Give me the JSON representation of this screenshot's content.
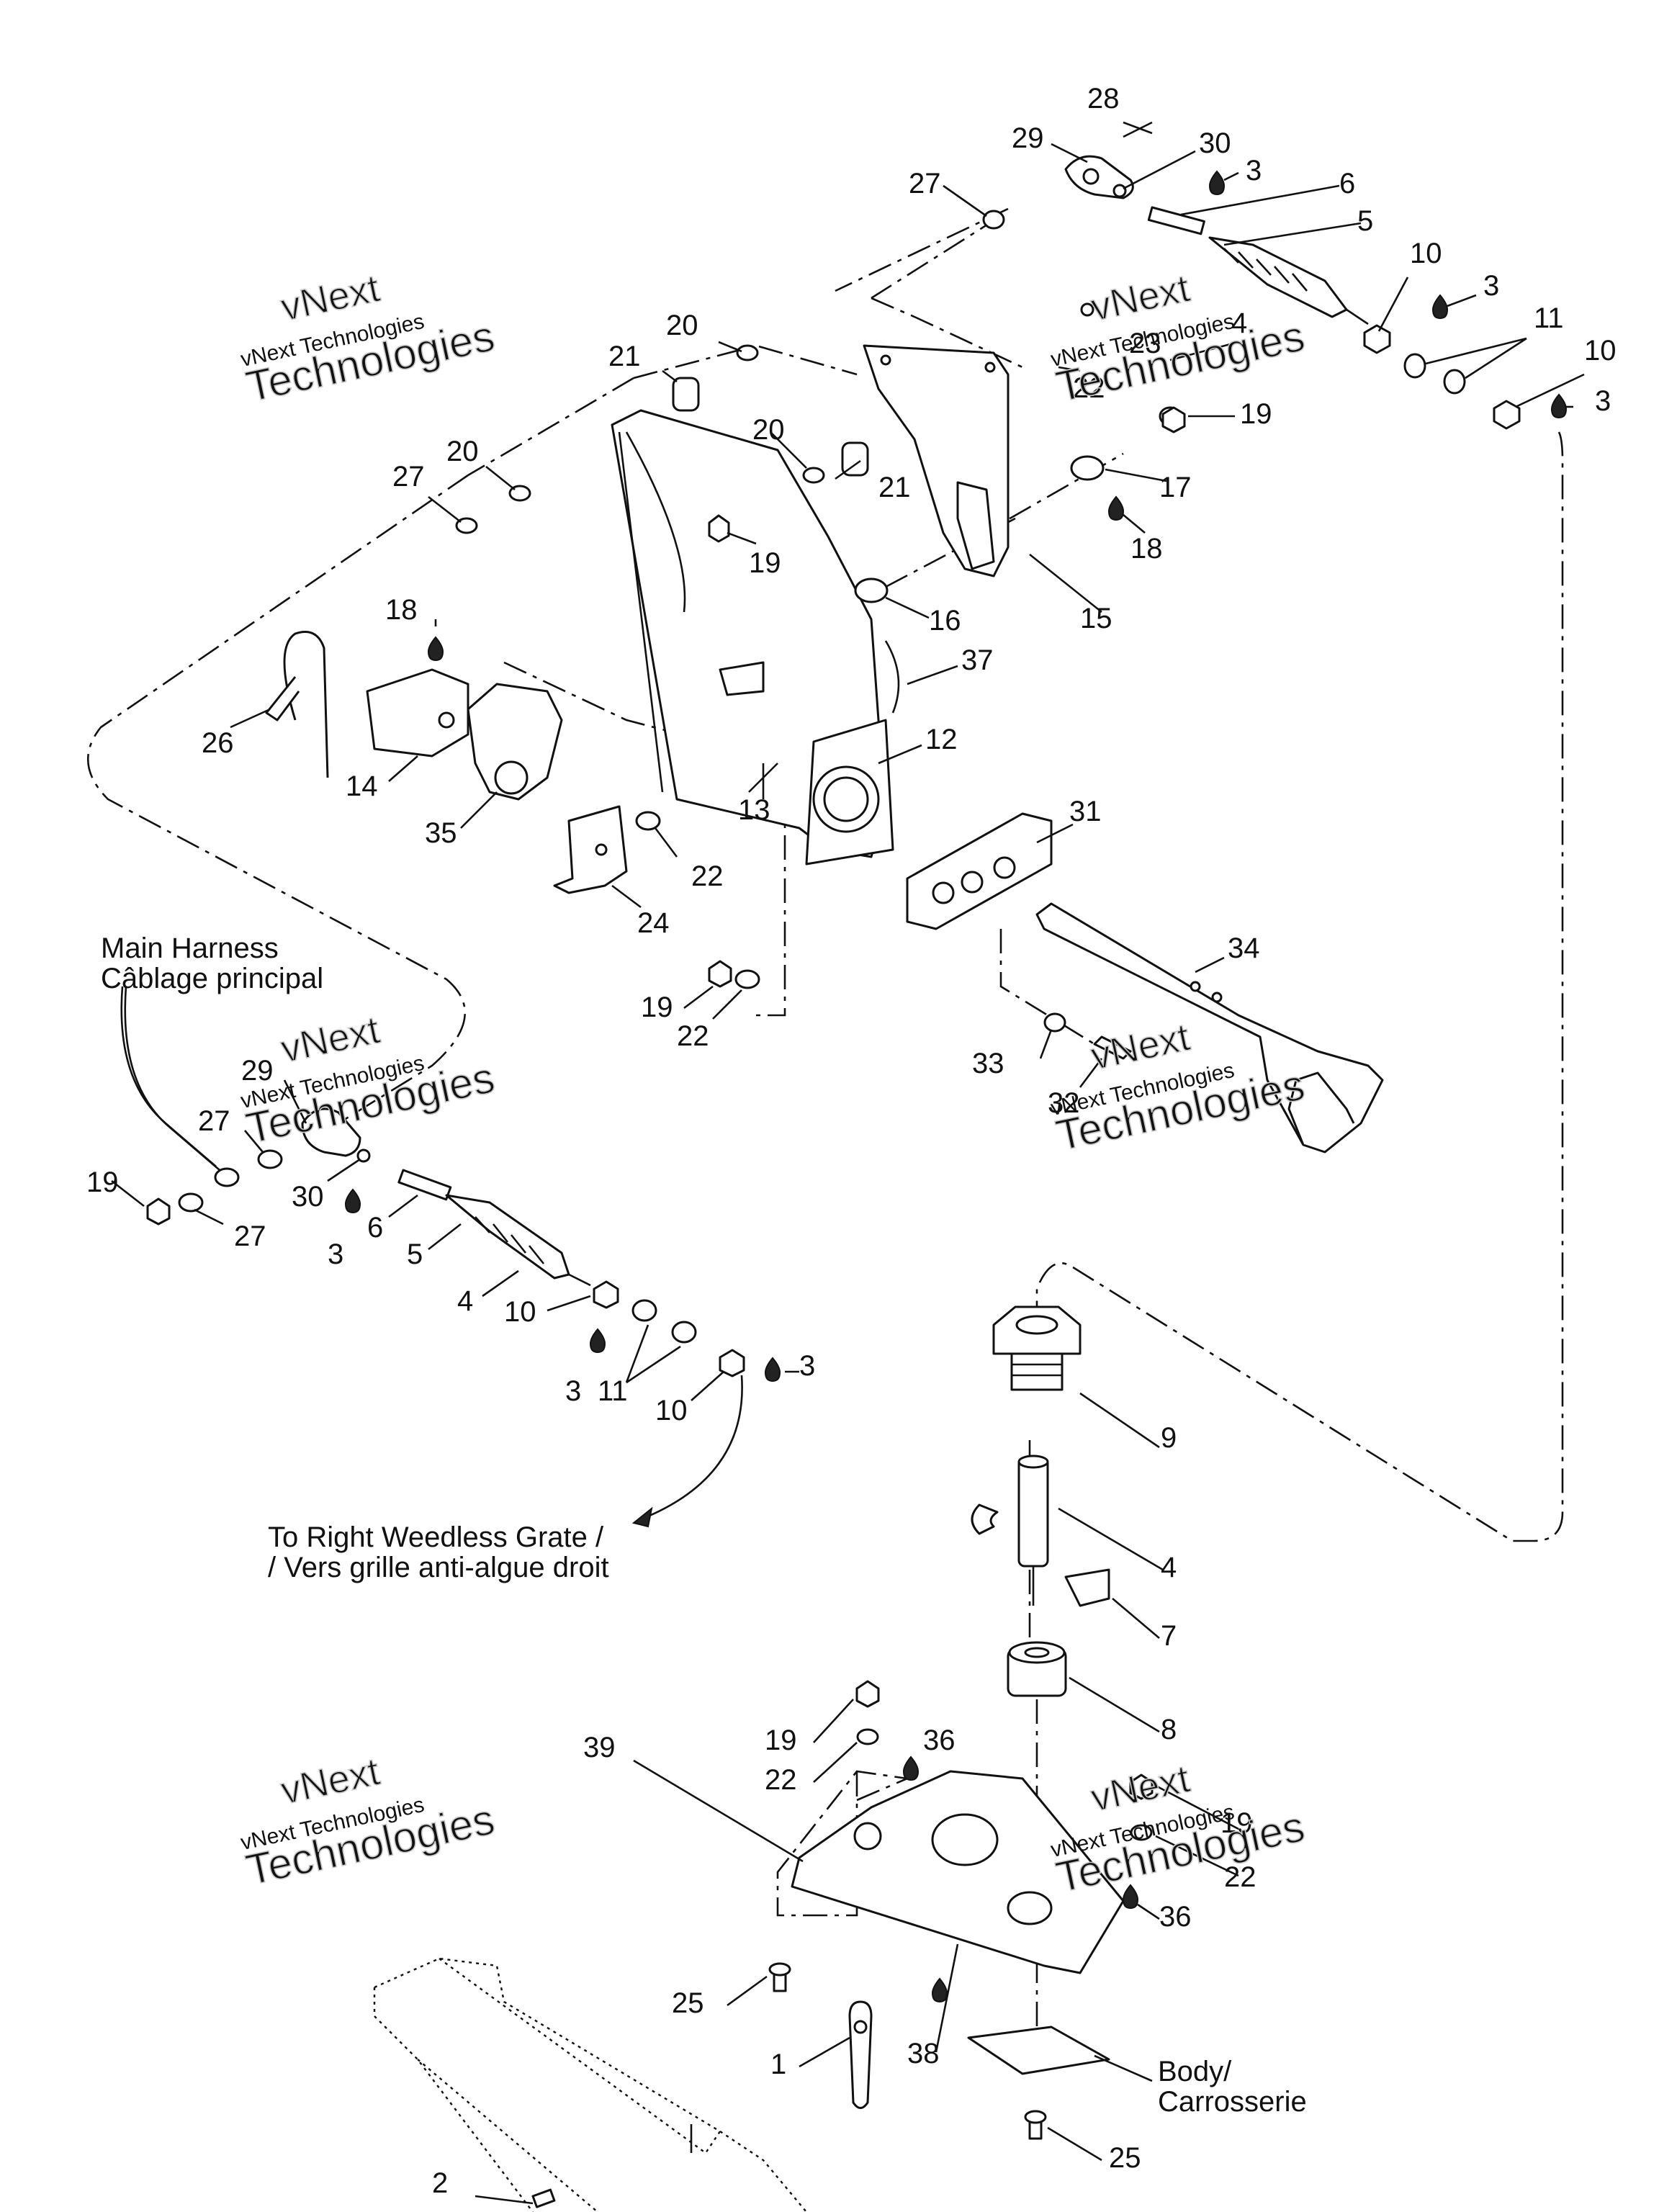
{
  "callouts": [
    {
      "n": "28"
    },
    {
      "n": "29"
    },
    {
      "n": "30"
    },
    {
      "n": "3"
    },
    {
      "n": "6"
    },
    {
      "n": "27"
    },
    {
      "n": "5"
    },
    {
      "n": "10"
    },
    {
      "n": "3"
    },
    {
      "n": "4"
    },
    {
      "n": "11"
    },
    {
      "n": "10"
    },
    {
      "n": "3"
    },
    {
      "n": "23"
    },
    {
      "n": "22"
    },
    {
      "n": "20"
    },
    {
      "n": "21"
    },
    {
      "n": "19"
    },
    {
      "n": "20"
    },
    {
      "n": "27"
    },
    {
      "n": "20"
    },
    {
      "n": "21"
    },
    {
      "n": "17"
    },
    {
      "n": "18"
    },
    {
      "n": "19"
    },
    {
      "n": "16"
    },
    {
      "n": "15"
    },
    {
      "n": "18"
    },
    {
      "n": "37"
    },
    {
      "n": "26"
    },
    {
      "n": "14"
    },
    {
      "n": "12"
    },
    {
      "n": "13"
    },
    {
      "n": "35"
    },
    {
      "n": "22"
    },
    {
      "n": "31"
    },
    {
      "n": "24"
    },
    {
      "n": "34"
    },
    {
      "n": "19"
    },
    {
      "n": "22"
    },
    {
      "n": "33"
    },
    {
      "n": "32"
    },
    {
      "n": "29"
    },
    {
      "n": "27"
    },
    {
      "n": "19"
    },
    {
      "n": "30"
    },
    {
      "n": "27"
    },
    {
      "n": "6"
    },
    {
      "n": "3"
    },
    {
      "n": "5"
    },
    {
      "n": "4"
    },
    {
      "n": "10"
    },
    {
      "n": "3"
    },
    {
      "n": "3"
    },
    {
      "n": "11"
    },
    {
      "n": "10"
    },
    {
      "n": "9"
    },
    {
      "n": "4"
    },
    {
      "n": "7"
    },
    {
      "n": "8"
    },
    {
      "n": "19"
    },
    {
      "n": "36"
    },
    {
      "n": "39"
    },
    {
      "n": "22"
    },
    {
      "n": "19"
    },
    {
      "n": "22"
    },
    {
      "n": "36"
    },
    {
      "n": "25"
    },
    {
      "n": "38"
    },
    {
      "n": "1"
    },
    {
      "n": "25"
    },
    {
      "n": "2"
    }
  ],
  "captions": {
    "main_harness": [
      "Main Harness",
      "Câblage principal"
    ],
    "right_weedless_grate": [
      "To Right Weedless Grate /",
      "/ Vers grille anti-algue droit"
    ],
    "body": [
      "Body/",
      "Carrosserie"
    ]
  },
  "watermark": {
    "line1": "vNext",
    "line2": "vNext Technologies",
    "line3": "Technologies"
  }
}
